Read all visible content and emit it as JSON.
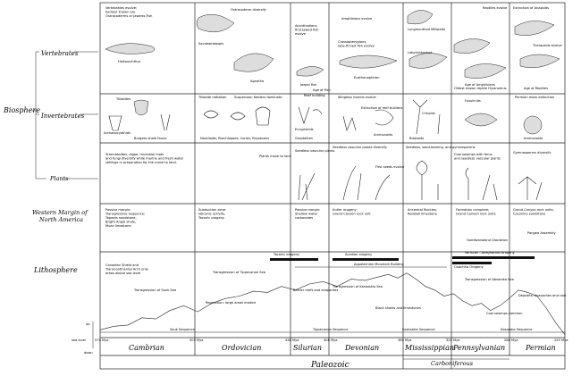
{
  "rows": {
    "vertebrates": "Vertebrates",
    "biosphere": "Biosphere",
    "invertebrates": "Invertebrates",
    "plants": "Plants",
    "margin_line1": "Western Margin of",
    "margin_line2": "North America",
    "lithosphere": "Lithosphere"
  },
  "periods": [
    "Cambrian",
    "Ordovician",
    "Silurian",
    "Devonian",
    "Mississippian",
    "Pennsylvanian",
    "Permian"
  ],
  "era": "Paleozoic",
  "subera": "Carboniferous",
  "ages": [
    "570 Mya",
    "505 Mya",
    "438 Mya",
    "408 Mya",
    "360 Mya",
    "320 Mya",
    "286 Mya",
    "245 Mya"
  ],
  "axis": {
    "sea_level": "sea level",
    "up": "up",
    "down": "down"
  },
  "vertebrate_notes": {
    "cambrian": "Vertebrates evolve; Earliest known are Ostracoderms or Jawless Fish",
    "cambrian_fig": "Haikouichthys",
    "ordovician_fig1": "Sacabambaspis",
    "ordovician_top": "Ostracoderm diversify",
    "ordovician_fig2": "Agnatha",
    "silurian": "Acanthodians, first Jawed fish evolve",
    "silurian_fig": "Jawed fish",
    "devonian": "Amphibians evolve",
    "devonian2": "Crossopterygians, lobe-finned fish evolve",
    "devonian_fig": "Eusthenopteron",
    "devonian_fish": "Age of Fish",
    "miss1": "Lungmouthed Millipede",
    "miss2": "Labyrinthodont",
    "miss3": "Age of Amphibians",
    "penn1": "Reptiles evolve",
    "penn2": "Oldest known reptile Hylonomus",
    "perm1": "Extinction of Anapsids",
    "perm2": "Therapsids evolve",
    "perm3": "Age of Reptiles"
  },
  "invertebrate_notes": {
    "cambrian1": "Trilobites",
    "cambrian2": "Archaeocyathids",
    "cambrian3": "Burgess shale fauna",
    "ordovician1": "Trilobite radiation",
    "ordovician2": "Suspension feeders dominate",
    "ordovician3": "Nautiloids, Brachiopods, Corals, Bryozoans",
    "silurian1": "Reef building",
    "silurian2": "Eurypterids",
    "silurian3": "Graptolites",
    "devonian1": "Wingless insects evolve",
    "devonian2": "Extinction of reef builders",
    "devonian3": "Ammonoids",
    "miss1": "Crinoids",
    "miss2": "Blastoids",
    "penn1": "Fusulinids",
    "perm1": "Permian mass extinction",
    "perm2": "Ammonoids"
  },
  "plant_notes": {
    "cambrian": "Stromatolites, algae, microbial mats and fungi diversify while marine and fresh water settings in preparation for the move to land.",
    "ordovician": "Plants move to land",
    "silurian": "Seedless vascular plants",
    "devonian": "Seedless vascular plants diversify",
    "devonian2": "First seeds evolve",
    "miss": "Seedless, seed-bearing, and gymnosperms",
    "penn": "Coal swamps with ferns and seedless vascular plants",
    "perm": "Gymnosperms diversify"
  },
  "margin_notes": {
    "cambrian": "Passive margin: Transgressive sequence; Tapeats sandstone, Bright Angel shale, Muav limestone",
    "ordovician": "Subduction zone: Volcanic activity, Taconic orogeny",
    "silurian": "Passive margin: Shallow water carbonates",
    "devonian": "Antler orogeny; Grand Canyon rock unit",
    "miss": "Ancestral Rockies; Redwall limestone",
    "penn": "Formation complete; Grand Canyon rock units",
    "perm": "Grand Canyon rock units; Coconino sandstone"
  },
  "orogenies": [
    "Taconic orogeny",
    "Acadian orogeny",
    "Appalachian Mountain Building",
    "Ouachita Orogeny",
    "Variscan - Alleghenian orogeny"
  ],
  "lith_notes": {
    "cambrian1": "Canadian Shield and Transcontinental Arch only areas above sea level",
    "cambrian2": "Transgression of Sauk Sea",
    "ordovician1": "Transgression of Tippecanoe Sea",
    "ordovician2": "Regression: large areas eroded",
    "silurian": "Barrier reefs and evaporites",
    "devonian": "Transgression of Kaskaskia Sea",
    "miss": "Black shales and limestones",
    "penn": "Transgression of Absaroka Sea",
    "perm": "Deposits; evaporites and coal",
    "perm2": "Coal swamps common",
    "sequences": [
      "Sauk Sequence",
      "Tippecanoe Sequence",
      "Kaskaskia Sequence",
      "Absaroka Sequence"
    ]
  },
  "glaciation": [
    "Gondwanaland Glaciation",
    "Pangea Assembly"
  ],
  "sea_level_curve": [
    [
      0,
      2
    ],
    [
      3,
      5
    ],
    [
      6,
      6
    ],
    [
      9,
      12
    ],
    [
      12,
      11
    ],
    [
      15,
      18
    ],
    [
      18,
      22
    ],
    [
      21,
      17
    ],
    [
      24,
      24
    ],
    [
      27,
      28
    ],
    [
      30,
      30
    ],
    [
      33,
      34
    ],
    [
      36,
      33
    ],
    [
      39,
      38
    ],
    [
      42,
      35
    ],
    [
      45,
      40
    ],
    [
      48,
      42
    ],
    [
      51,
      38
    ],
    [
      54,
      44
    ],
    [
      57,
      43
    ],
    [
      60,
      46
    ],
    [
      62,
      48
    ],
    [
      64,
      45
    ],
    [
      66,
      49
    ],
    [
      68,
      44
    ],
    [
      70,
      38
    ],
    [
      72,
      35
    ],
    [
      74,
      30
    ],
    [
      76,
      32
    ],
    [
      78,
      26
    ],
    [
      80,
      22
    ],
    [
      82,
      24
    ],
    [
      84,
      18
    ],
    [
      86,
      22
    ],
    [
      88,
      28
    ],
    [
      90,
      35
    ],
    [
      92,
      33
    ],
    [
      94,
      30
    ],
    [
      96,
      20
    ],
    [
      98,
      8
    ],
    [
      100,
      -2
    ]
  ]
}
